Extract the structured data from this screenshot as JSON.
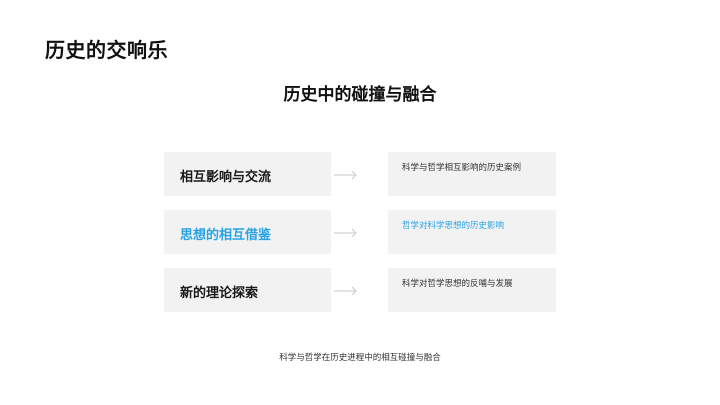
{
  "header": {
    "title": "历史的交响乐"
  },
  "main": {
    "subtitle": "历史中的碰撞与融合",
    "rows": [
      {
        "topic": "相互影响与交流",
        "detail": "科学与哲学相互影响的历史案例",
        "highlighted": false
      },
      {
        "topic": "思想的相互借鉴",
        "detail": "哲学对科学思想的历史影响",
        "highlighted": true
      },
      {
        "topic": "新的理论探索",
        "detail": "科学对哲学思想的反哺与发展",
        "highlighted": false
      }
    ],
    "arrow_icon": "arrow-right-icon",
    "caption": "科学与哲学在历史进程中的相互碰撞与融合"
  },
  "colors": {
    "accent": "#2aa3e6",
    "box_bg": "#f2f2f2",
    "text": "#1a1a1a",
    "arrow": "#c8c8c8"
  }
}
